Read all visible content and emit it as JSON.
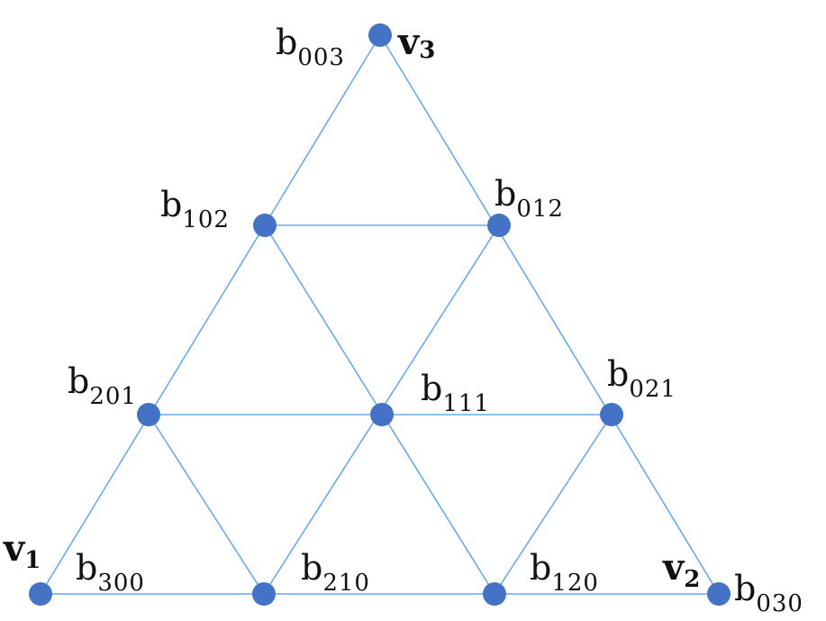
{
  "diagram": {
    "vertices": [
      {
        "name": "v",
        "sub": "1"
      },
      {
        "name": "v",
        "sub": "2"
      },
      {
        "name": "v",
        "sub": "3"
      }
    ],
    "control_points": [
      {
        "base": "b",
        "sub": "003"
      },
      {
        "base": "b",
        "sub": "102"
      },
      {
        "base": "b",
        "sub": "012"
      },
      {
        "base": "b",
        "sub": "201"
      },
      {
        "base": "b",
        "sub": "111"
      },
      {
        "base": "b",
        "sub": "021"
      },
      {
        "base": "b",
        "sub": "300"
      },
      {
        "base": "b",
        "sub": "210"
      },
      {
        "base": "b",
        "sub": "120"
      },
      {
        "base": "b",
        "sub": "030"
      }
    ],
    "colors": {
      "edge": "#6aaae8",
      "node": "#4472c4"
    }
  }
}
